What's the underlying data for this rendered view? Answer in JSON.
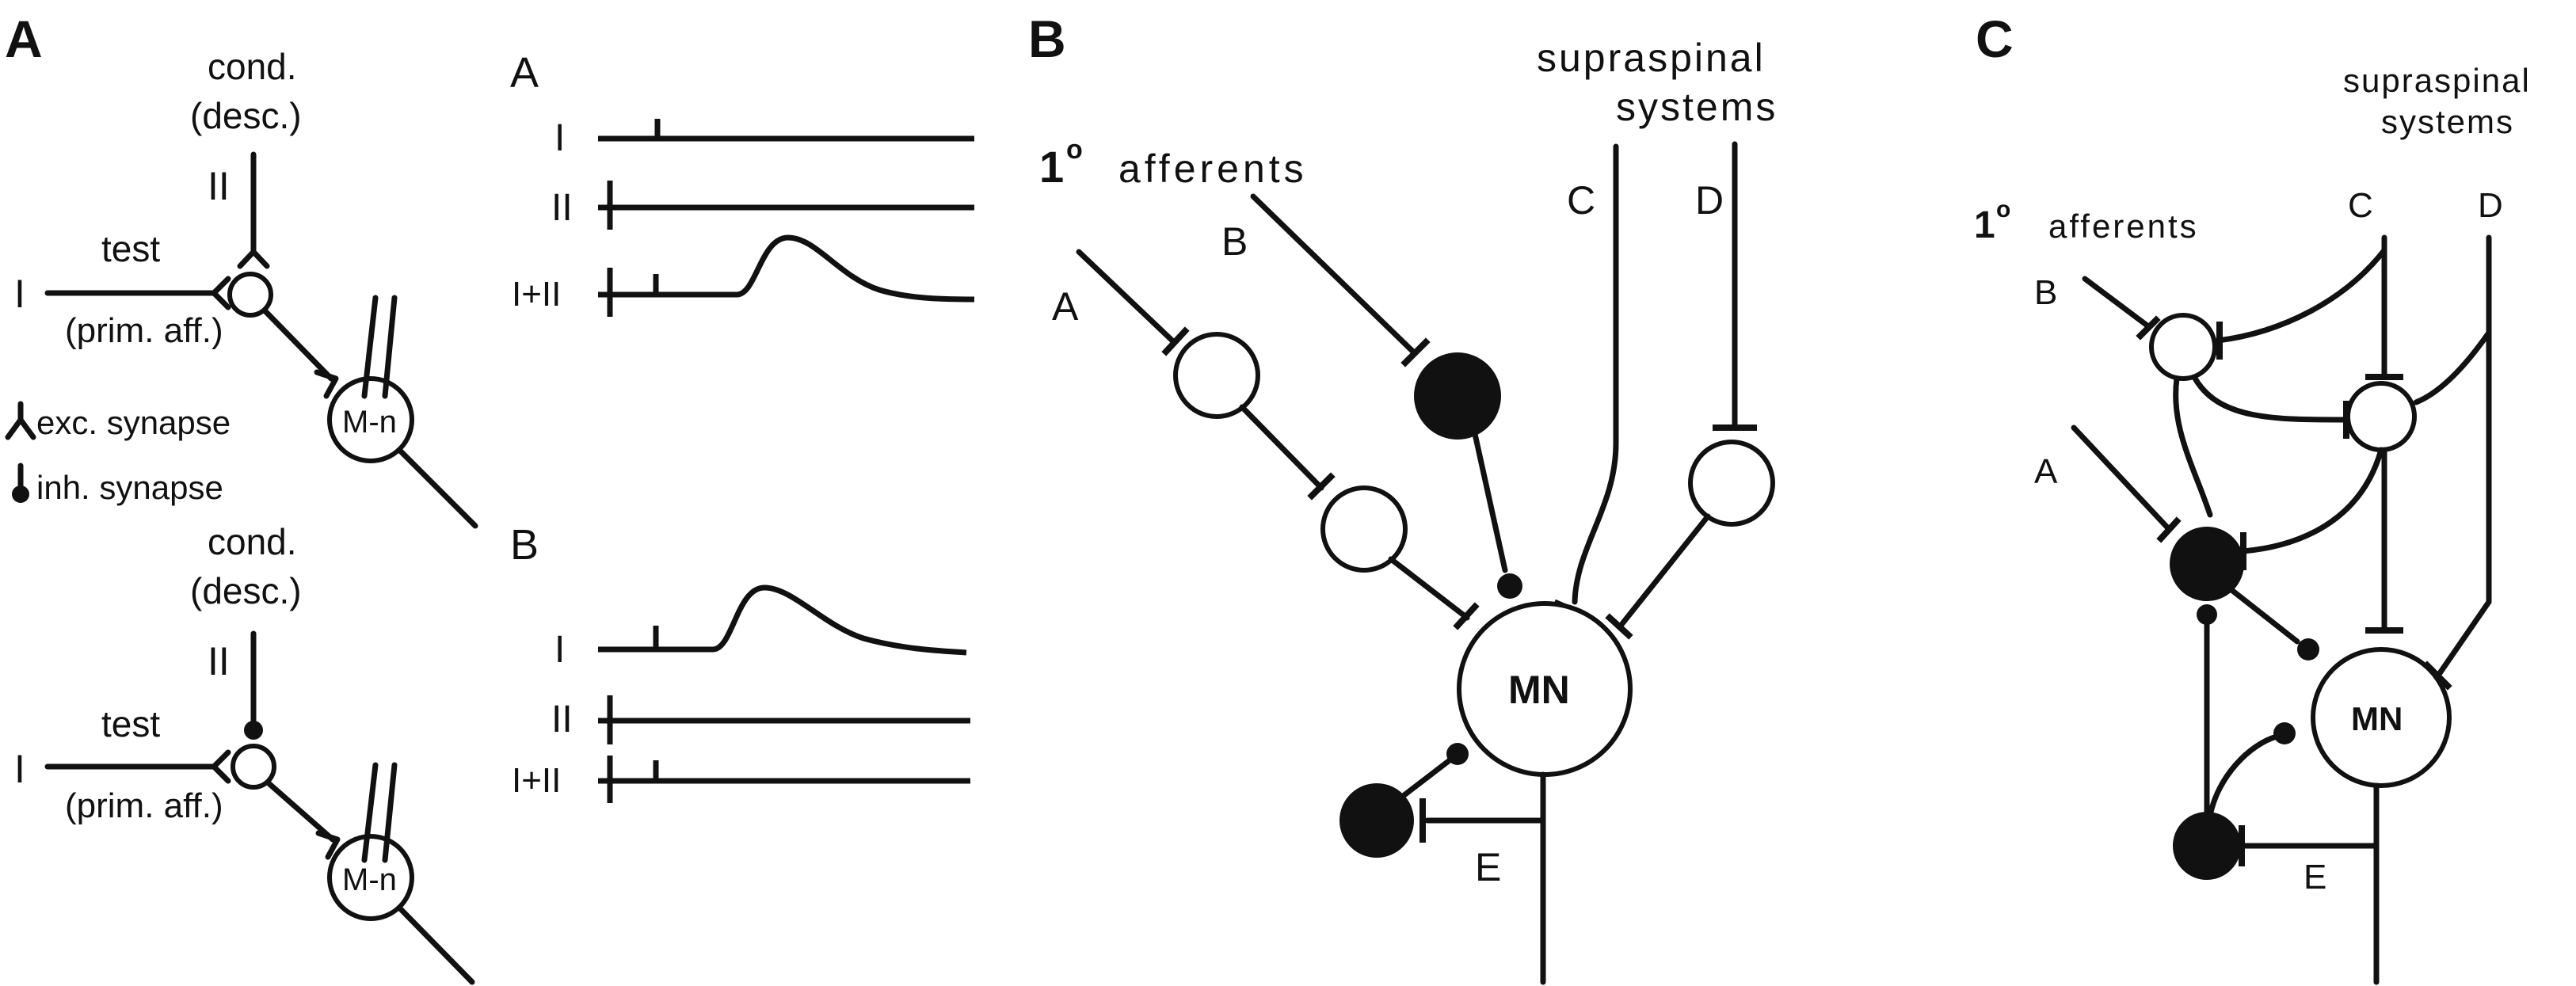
{
  "panels": {
    "a": "A",
    "b": "B",
    "c": "C"
  },
  "panelA": {
    "top": {
      "cond": "cond.",
      "desc": "(desc.)",
      "roman2": "II",
      "test": "test",
      "roman1": "I",
      "primAff": "(prim. aff.)",
      "mn": "M-n"
    },
    "legend": {
      "exc": "exc. synapse",
      "inh": "inh. synapse"
    },
    "bottom": {
      "cond": "cond.",
      "desc": "(desc.)",
      "roman2": "II",
      "test": "test",
      "roman1": "I",
      "primAff": "(prim. aff.)",
      "mn": "M-n"
    },
    "tracesA": {
      "title": "A",
      "rows": [
        "I",
        "II",
        "I+II"
      ]
    },
    "tracesB": {
      "title": "B",
      "rows": [
        "I",
        "II",
        "I+II"
      ]
    }
  },
  "panelB": {
    "supraspinal1": "supraspinal",
    "supraspinal2": "systems",
    "afferents": "1",
    "afferentsSup": "o",
    "afferentsWord": "afferents",
    "labels": {
      "a": "A",
      "b": "B",
      "c": "C",
      "d": "D",
      "e": "E"
    },
    "mn": "MN"
  },
  "panelC": {
    "supraspinal1": "supraspinal",
    "supraspinal2": "systems",
    "afferents": "1",
    "afferentsSup": "o",
    "afferentsWord": "afferents",
    "labels": {
      "a": "A",
      "b": "B",
      "c": "C",
      "d": "D",
      "e": "E"
    },
    "mn": "MN"
  }
}
